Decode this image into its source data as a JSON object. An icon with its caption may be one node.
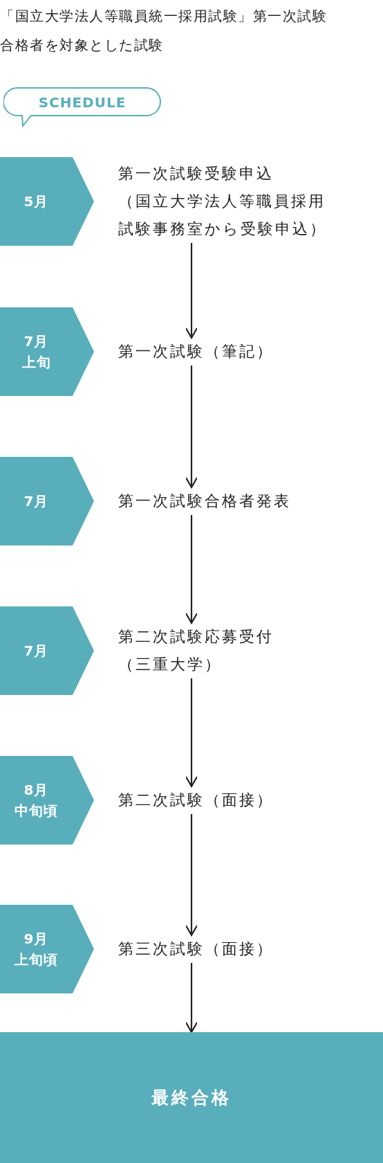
{
  "diagram": {
    "title": "「国立大学法人等職員統一採用試験」第一次試験合格者を対象とした試験",
    "nodes": [
      {
        "text": [
          "SCHEDULE"
        ]
      },
      {
        "text": [
          "5月"
        ]
      },
      {
        "text": [
          "第一次試験受験申込",
          "（国立大学法人等職員採用試験事務室から受験申込）"
        ]
      },
      {
        "text": [
          "7月",
          "上旬"
        ]
      },
      {
        "text": [
          "第一次試験（筆記）"
        ]
      },
      {
        "text": [
          "7月"
        ]
      },
      {
        "text": [
          "第一次試験合格者発表"
        ]
      },
      {
        "text": [
          "7月"
        ]
      },
      {
        "text": [
          "第二次試験応募受付",
          "（三重大学）"
        ]
      },
      {
        "text": [
          "8月",
          "中旬頃"
        ]
      },
      {
        "text": [
          "第二次試験（面接）"
        ]
      },
      {
        "text": [
          "9月",
          "上旬頃"
        ]
      },
      {
        "text": [
          "第三次試験（面接）"
        ]
      },
      {
        "text": [
          "最終合格"
        ]
      }
    ],
    "edges": [
      {
        "from": 2,
        "to": 4,
        "arrow": "to"
      },
      {
        "from": 4,
        "to": 6,
        "arrow": "to"
      },
      {
        "from": 6,
        "to": 8,
        "arrow": "to"
      },
      {
        "from": 8,
        "to": 10,
        "arrow": "to"
      },
      {
        "from": 10,
        "to": 12,
        "arrow": "to"
      },
      {
        "from": 12,
        "to": 13,
        "arrow": "to"
      }
    ]
  }
}
